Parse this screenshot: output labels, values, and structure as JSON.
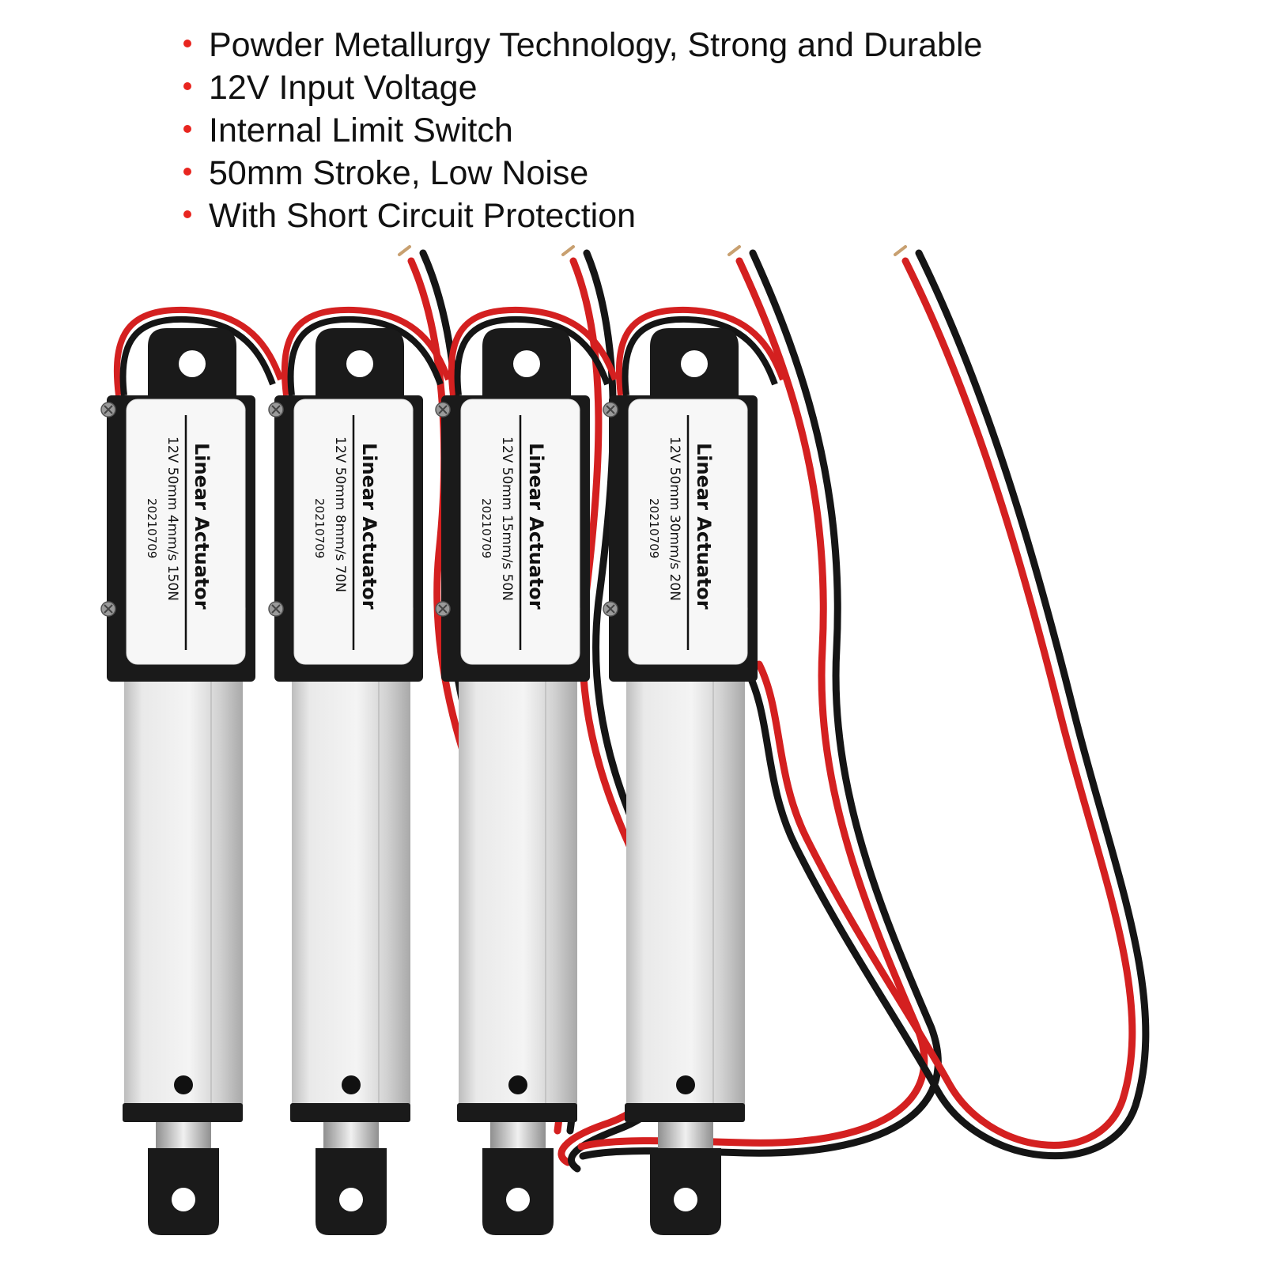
{
  "features": [
    "Powder Metallurgy Technology, Strong and Durable",
    "12V Input Voltage",
    "Internal Limit Switch",
    "50mm Stroke, Low Noise",
    "With Short Circuit Protection"
  ],
  "bullet_color": "#e8251f",
  "actuators": [
    {
      "title": "Linear Actuator",
      "spec": "12V 50mm 4mm/s 150N",
      "date": "20210709"
    },
    {
      "title": "Linear Actuator",
      "spec": "12V 50mm 8mm/s 70N",
      "date": "20210709"
    },
    {
      "title": "Linear Actuator",
      "spec": "12V 50mm 15mm/s 50N",
      "date": "20210709"
    },
    {
      "title": "Linear Actuator",
      "spec": "12V 50mm 30mm/s 20N",
      "date": "20210709"
    }
  ],
  "colors": {
    "wire_red": "#d42020",
    "wire_black": "#151515",
    "housing": "#1a1a1a",
    "tube": "#dcdcdc",
    "label": "#f7f7f7"
  }
}
